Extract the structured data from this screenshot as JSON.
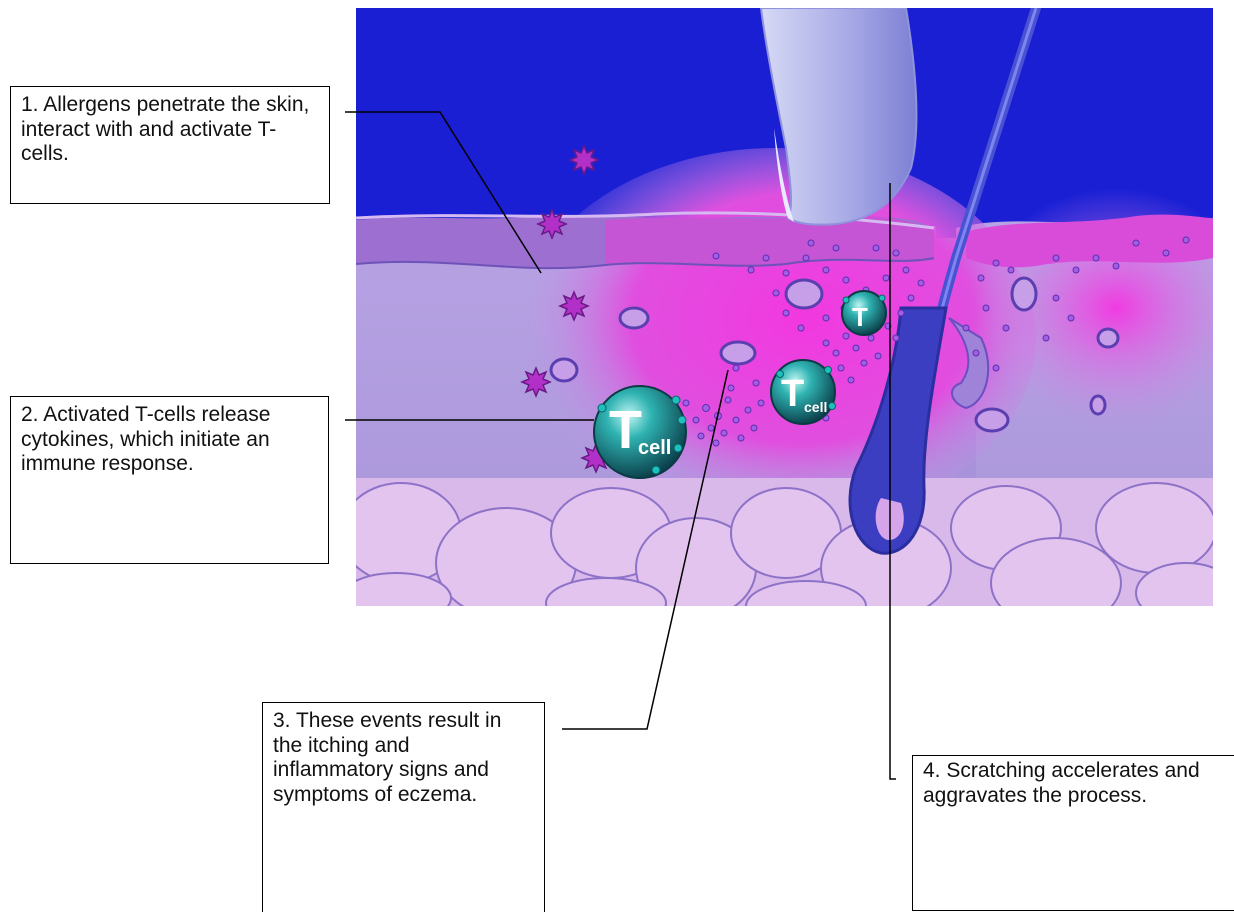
{
  "callouts": [
    "1. Allergens penetrate the skin, interact with and activate T-cells.",
    "2. Activated T-cells release cytokines, which initiate an immune response.",
    "3. These events result in the itching and inflammatory signs and symptoms of eczema.",
    "4. Scratching accelerates and aggravates the process."
  ],
  "tcell_label": "cell",
  "tcell_letter": "T",
  "colors": {
    "background": "#1a1ed6",
    "epidermis": "#b98fd8",
    "inflamed": "#f13de0",
    "tcell": "#1f9fa1",
    "hair": "#3d44c8"
  }
}
